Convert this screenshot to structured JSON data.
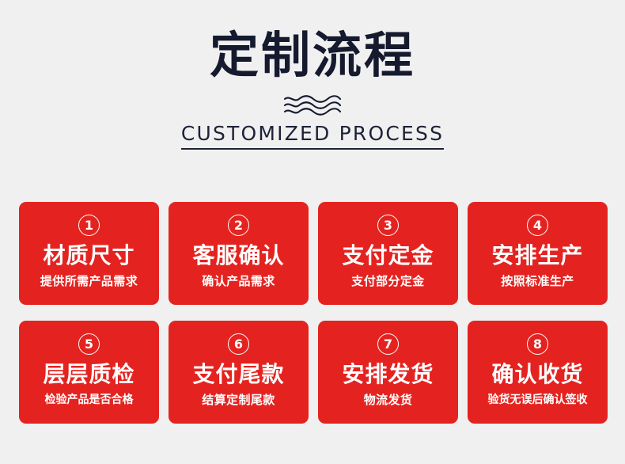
{
  "header": {
    "title": "定制流程",
    "subtitle": "CUSTOMIZED PROCESS",
    "divider_icon": "wave-divider-icon"
  },
  "theme": {
    "background": "#f0f0f0",
    "card_red": "#e42320",
    "title_navy": "#151a2e",
    "card_text": "#ffffff"
  },
  "steps": [
    {
      "number": "1",
      "number_glyph": "①",
      "title": "材质尺寸",
      "desc": "提供所需产品需求"
    },
    {
      "number": "2",
      "number_glyph": "②",
      "title": "客服确认",
      "desc": "确认产品需求"
    },
    {
      "number": "3",
      "number_glyph": "③",
      "title": "支付定金",
      "desc": "支付部分定金"
    },
    {
      "number": "4",
      "number_glyph": "④",
      "title": "安排生产",
      "desc": "按照标准生产"
    },
    {
      "number": "5",
      "number_glyph": "⑤",
      "title": "层层质检",
      "desc": "检验产品是否合格"
    },
    {
      "number": "6",
      "number_glyph": "⑥",
      "title": "支付尾款",
      "desc": "结算定制尾款"
    },
    {
      "number": "7",
      "number_glyph": "⑦",
      "title": "安排发货",
      "desc": "物流发货"
    },
    {
      "number": "8",
      "number_glyph": "⑧",
      "title": "确认收货",
      "desc": "验货无误后确认签收"
    }
  ]
}
